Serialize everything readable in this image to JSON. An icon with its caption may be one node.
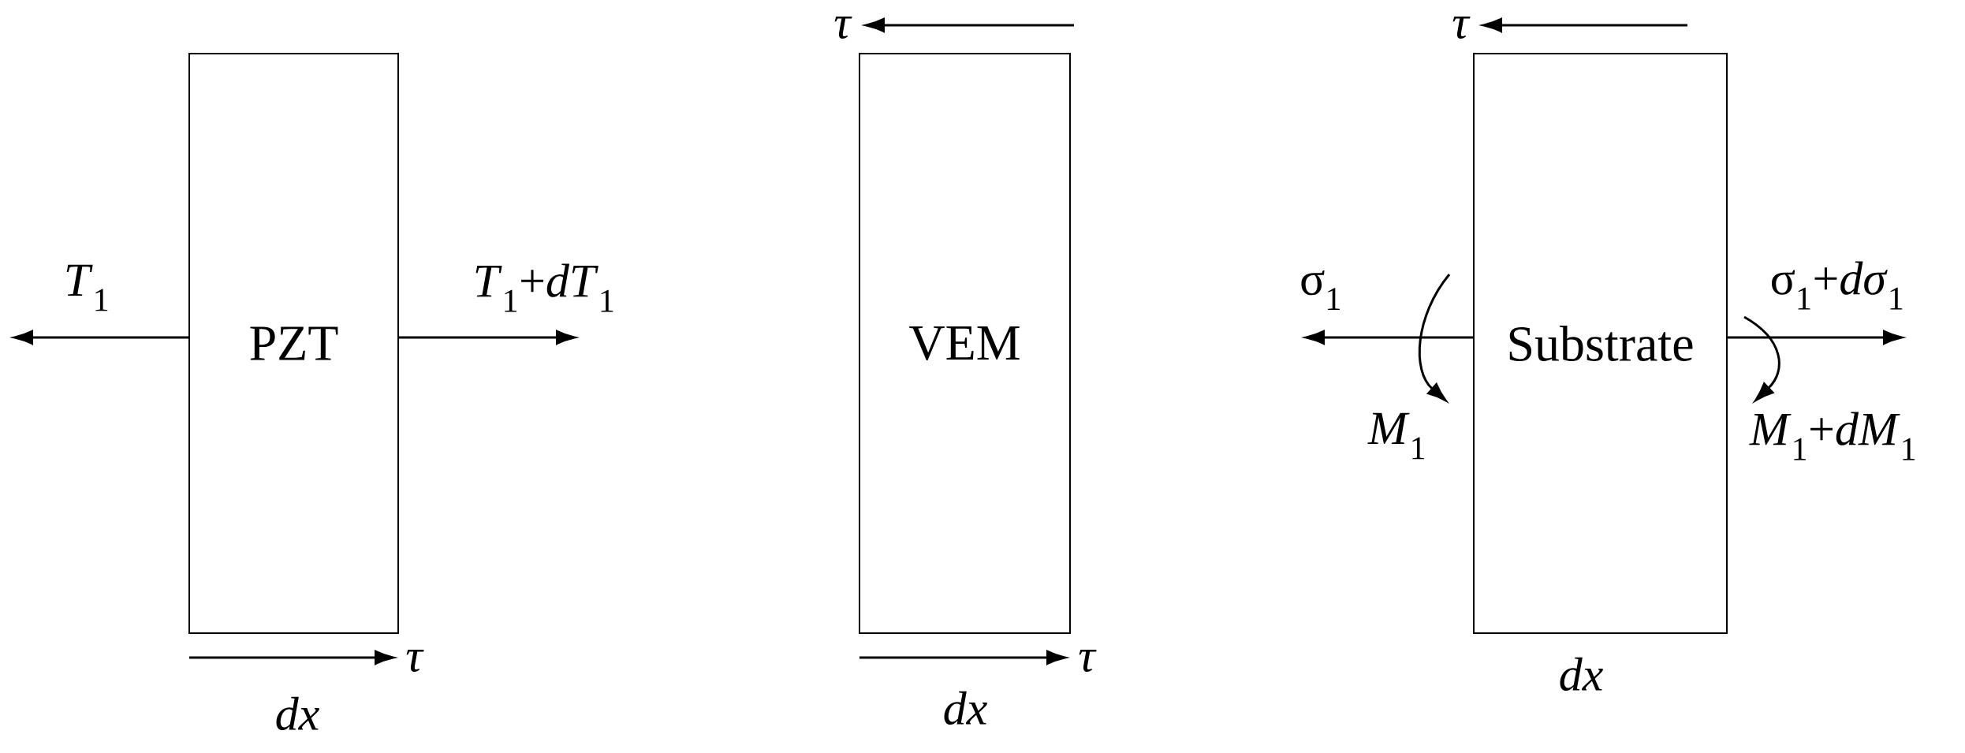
{
  "diagram": {
    "nodes": [
      {
        "text": [
          "PZT"
        ]
      },
      {
        "text": [
          "VEM"
        ]
      },
      {
        "text": [
          "Substrate"
        ]
      }
    ],
    "edges": [],
    "labels": [
      "τ",
      "τ",
      "*T*$_{1}$",
      "*T*$_{1}$+*dT*$_{1}$",
      "σ$_{1}$",
      "σ$_{1}$+*dσ*$_{1}$",
      "*M*$_{1}$",
      "*M*$_{1}$+*dM*$_{1}$",
      "τ",
      "τ",
      "dx",
      "dx",
      "dx"
    ]
  }
}
